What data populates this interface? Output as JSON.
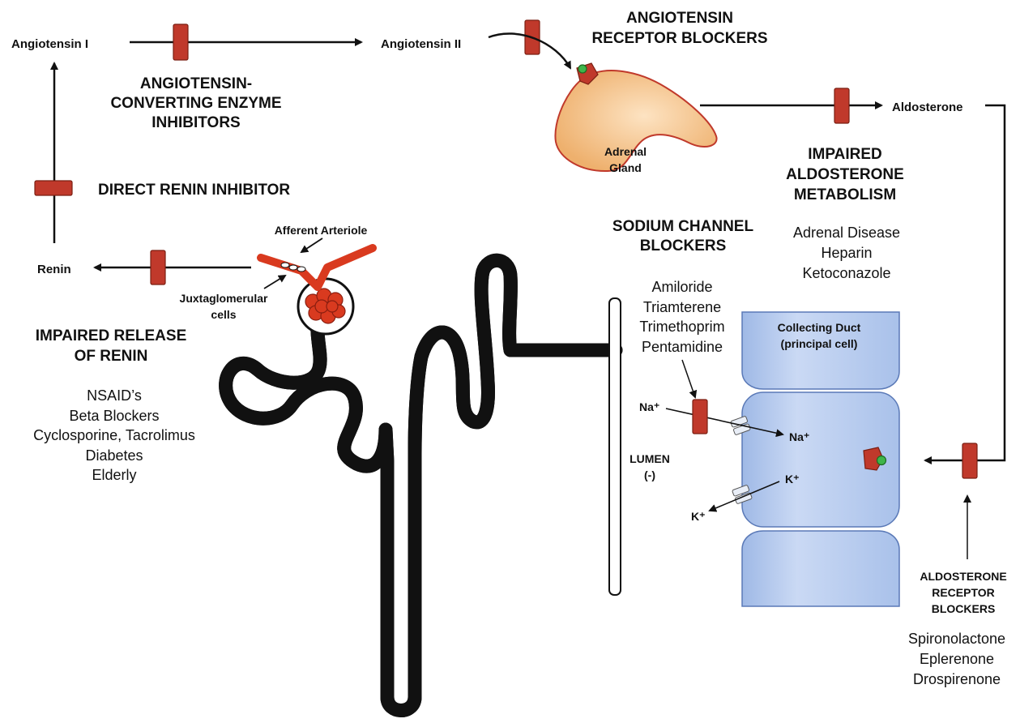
{
  "colors": {
    "inhibitor": "#c0392b",
    "inhibitor_stroke": "#7a1f12",
    "vessel": "#d93a1f",
    "adrenal_fill": "#f2bd82",
    "adrenal_stroke": "#c0392b",
    "duct_fill": "#b8cdef",
    "duct_stroke": "#5a79b7",
    "receptor_ligand": "#3fb54a"
  },
  "pathway": {
    "angiotensin_1": "Angiotensin I",
    "angiotensin_2": "Angiotensin II",
    "renin": "Renin",
    "aldosterone": "Aldosterone",
    "adrenal_gland": [
      "Adrenal",
      "Gland"
    ],
    "afferent_arteriole": "Afferent Arteriole",
    "juxtaglomerular_cells": [
      "Juxtaglomerular",
      "cells"
    ]
  },
  "drug_classes": {
    "ace_inhibitors": [
      "ANGIOTENSIN-",
      "CONVERTING ENZYME",
      "INHIBITORS"
    ],
    "direct_renin_inhibitor": "DIRECT RENIN INHIBITOR",
    "arb": [
      "ANGIOTENSIN",
      "RECEPTOR BLOCKERS"
    ],
    "impaired_aldosterone_metabolism": [
      "IMPAIRED",
      "ALDOSTERONE",
      "METABOLISM"
    ],
    "sodium_channel_blockers": [
      "SODIUM CHANNEL",
      "BLOCKERS"
    ],
    "impaired_release_of_renin": [
      "IMPAIRED RELEASE",
      "OF RENIN"
    ],
    "aldosterone_receptor_blockers": [
      "ALDOSTERONE",
      "RECEPTOR",
      "BLOCKERS"
    ]
  },
  "lists": {
    "aldosterone_metabolism_causes": [
      "Adrenal Disease",
      "Heparin",
      "Ketoconazole"
    ],
    "sodium_channel_drugs": [
      "Amiloride",
      "Triamterene",
      "Trimethoprim",
      "Pentamidine"
    ],
    "renin_release_causes": [
      "NSAID’s",
      "Beta Blockers",
      "Cyclosporine, Tacrolimus",
      "Diabetes",
      "Elderly"
    ],
    "aldosterone_receptor_drugs": [
      "Spironolactone",
      "Eplerenone",
      "Drospirenone"
    ]
  },
  "collecting_duct": {
    "title": [
      "Collecting Duct",
      "(principal cell)"
    ],
    "lumen": [
      "LUMEN",
      "(-)"
    ],
    "na_outside": "Na⁺",
    "na_inside": "Na⁺",
    "k_inside": "K⁺",
    "k_outside": "K⁺"
  }
}
